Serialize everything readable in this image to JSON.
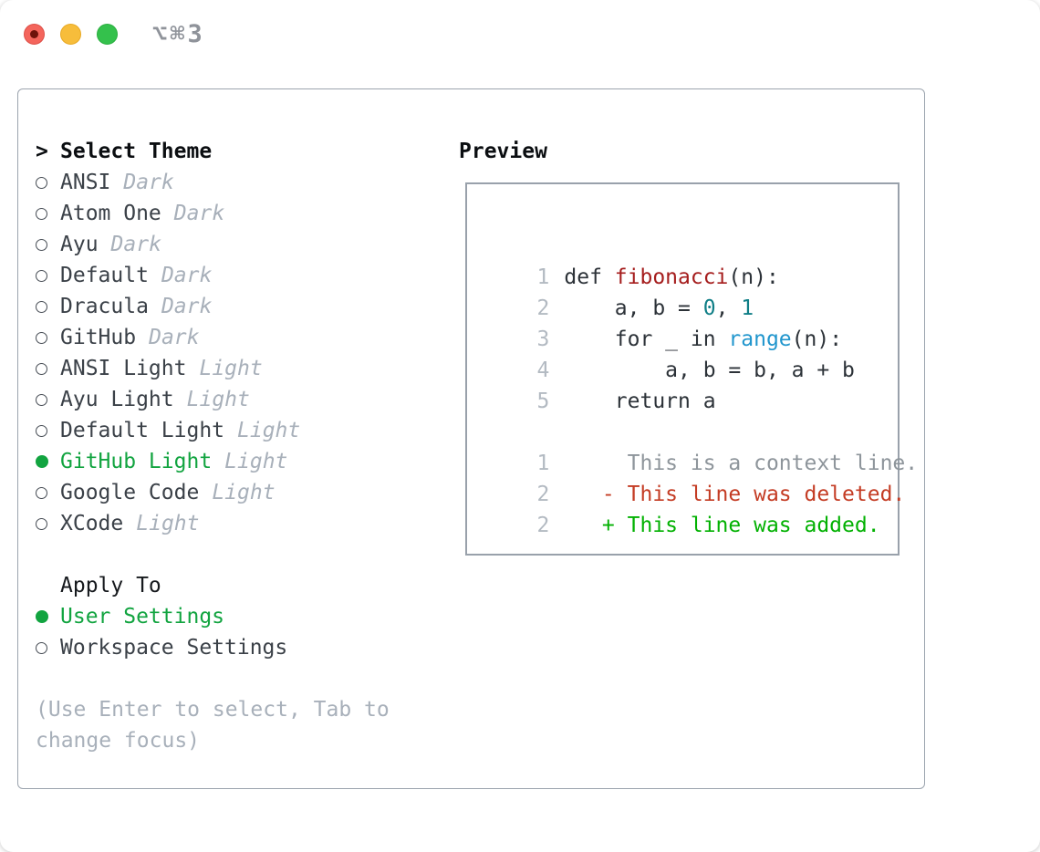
{
  "window": {
    "title": "⌥⌘3"
  },
  "left": {
    "header_prefix": ">",
    "header": "Select Theme",
    "themes": [
      {
        "name": "ANSI",
        "variant": "Dark",
        "selected": false
      },
      {
        "name": "Atom One",
        "variant": "Dark",
        "selected": false
      },
      {
        "name": "Ayu",
        "variant": "Dark",
        "selected": false
      },
      {
        "name": "Default",
        "variant": "Dark",
        "selected": false
      },
      {
        "name": "Dracula",
        "variant": "Dark",
        "selected": false
      },
      {
        "name": "GitHub",
        "variant": "Dark",
        "selected": false
      },
      {
        "name": "ANSI Light",
        "variant": "Light",
        "selected": false
      },
      {
        "name": "Ayu Light",
        "variant": "Light",
        "selected": false
      },
      {
        "name": "Default Light",
        "variant": "Light",
        "selected": false
      },
      {
        "name": "GitHub Light",
        "variant": "Light",
        "selected": true
      },
      {
        "name": "Google Code",
        "variant": "Light",
        "selected": false
      },
      {
        "name": "XCode",
        "variant": "Light",
        "selected": false
      }
    ],
    "apply_header": "Apply To",
    "apply_options": [
      {
        "label": "User Settings",
        "selected": true
      },
      {
        "label": "Workspace Settings",
        "selected": false
      }
    ],
    "hint": "(Use Enter to select, Tab to change focus)"
  },
  "preview": {
    "header": "Preview",
    "lines": [
      {
        "num": "1",
        "segments": [
          {
            "t": "def ",
            "c": "code"
          },
          {
            "t": "fibonacci",
            "c": "func"
          },
          {
            "t": "(n):",
            "c": "code"
          }
        ]
      },
      {
        "num": "2",
        "segments": [
          {
            "t": "    a, b = ",
            "c": "code"
          },
          {
            "t": "0",
            "c": "num"
          },
          {
            "t": ", ",
            "c": "code"
          },
          {
            "t": "1",
            "c": "num"
          }
        ]
      },
      {
        "num": "3",
        "segments": [
          {
            "t": "    for _ in ",
            "c": "code"
          },
          {
            "t": "range",
            "c": "builtin"
          },
          {
            "t": "(n):",
            "c": "code"
          }
        ]
      },
      {
        "num": "4",
        "segments": [
          {
            "t": "        a, b = b, a + b",
            "c": "code"
          }
        ]
      },
      {
        "num": "5",
        "segments": [
          {
            "t": "    return a",
            "c": "code"
          }
        ]
      },
      {
        "num": "",
        "segments": []
      },
      {
        "num": "1",
        "segments": [
          {
            "t": "     This is a context line.",
            "c": "context"
          }
        ]
      },
      {
        "num": "2",
        "segments": [
          {
            "t": "   - This line was deleted.",
            "c": "deleted"
          }
        ]
      },
      {
        "num": "2",
        "segments": [
          {
            "t": "   + This line was added.",
            "c": "added"
          }
        ]
      }
    ]
  },
  "colors": {
    "accent_green": "#12a440",
    "added_green": "#02b102",
    "deleted_red": "#c43c24",
    "function_red": "#a51d1d",
    "builtin_blue": "#2196cd",
    "number_teal": "#0f7e86",
    "code_text": "#2c3238",
    "muted_gray": "#a8b0ba",
    "panel_border": "#9ca4ae",
    "traffic_red": "#f4655c",
    "traffic_yellow": "#f7bd3b",
    "traffic_green": "#34c14c"
  }
}
